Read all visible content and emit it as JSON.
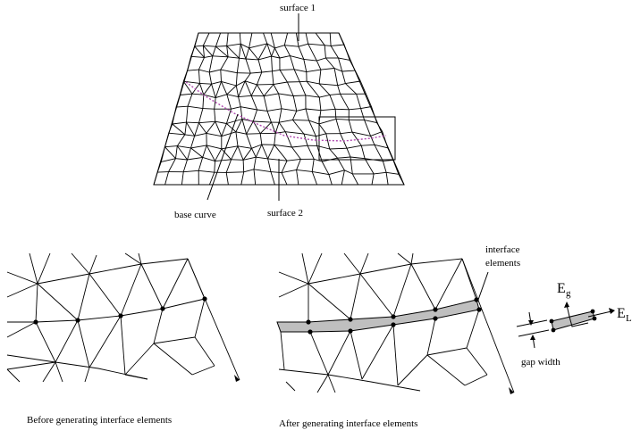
{
  "labels": {
    "surface1": "surface 1",
    "surface2": "surface 2",
    "base_curve": "base curve",
    "interface_elements_line1": "interface",
    "interface_elements_line2": "elements",
    "gap_width": "gap width",
    "eg_main": "E",
    "eg_sub": "g",
    "el_main": "E",
    "el_sub": "L",
    "before_caption": "Before generating interface elements",
    "after_caption": "After generating interface elements"
  },
  "colors": {
    "base_curve": "#b04ab0",
    "interface_fill": "#bfbfbf",
    "line": "#000000"
  }
}
